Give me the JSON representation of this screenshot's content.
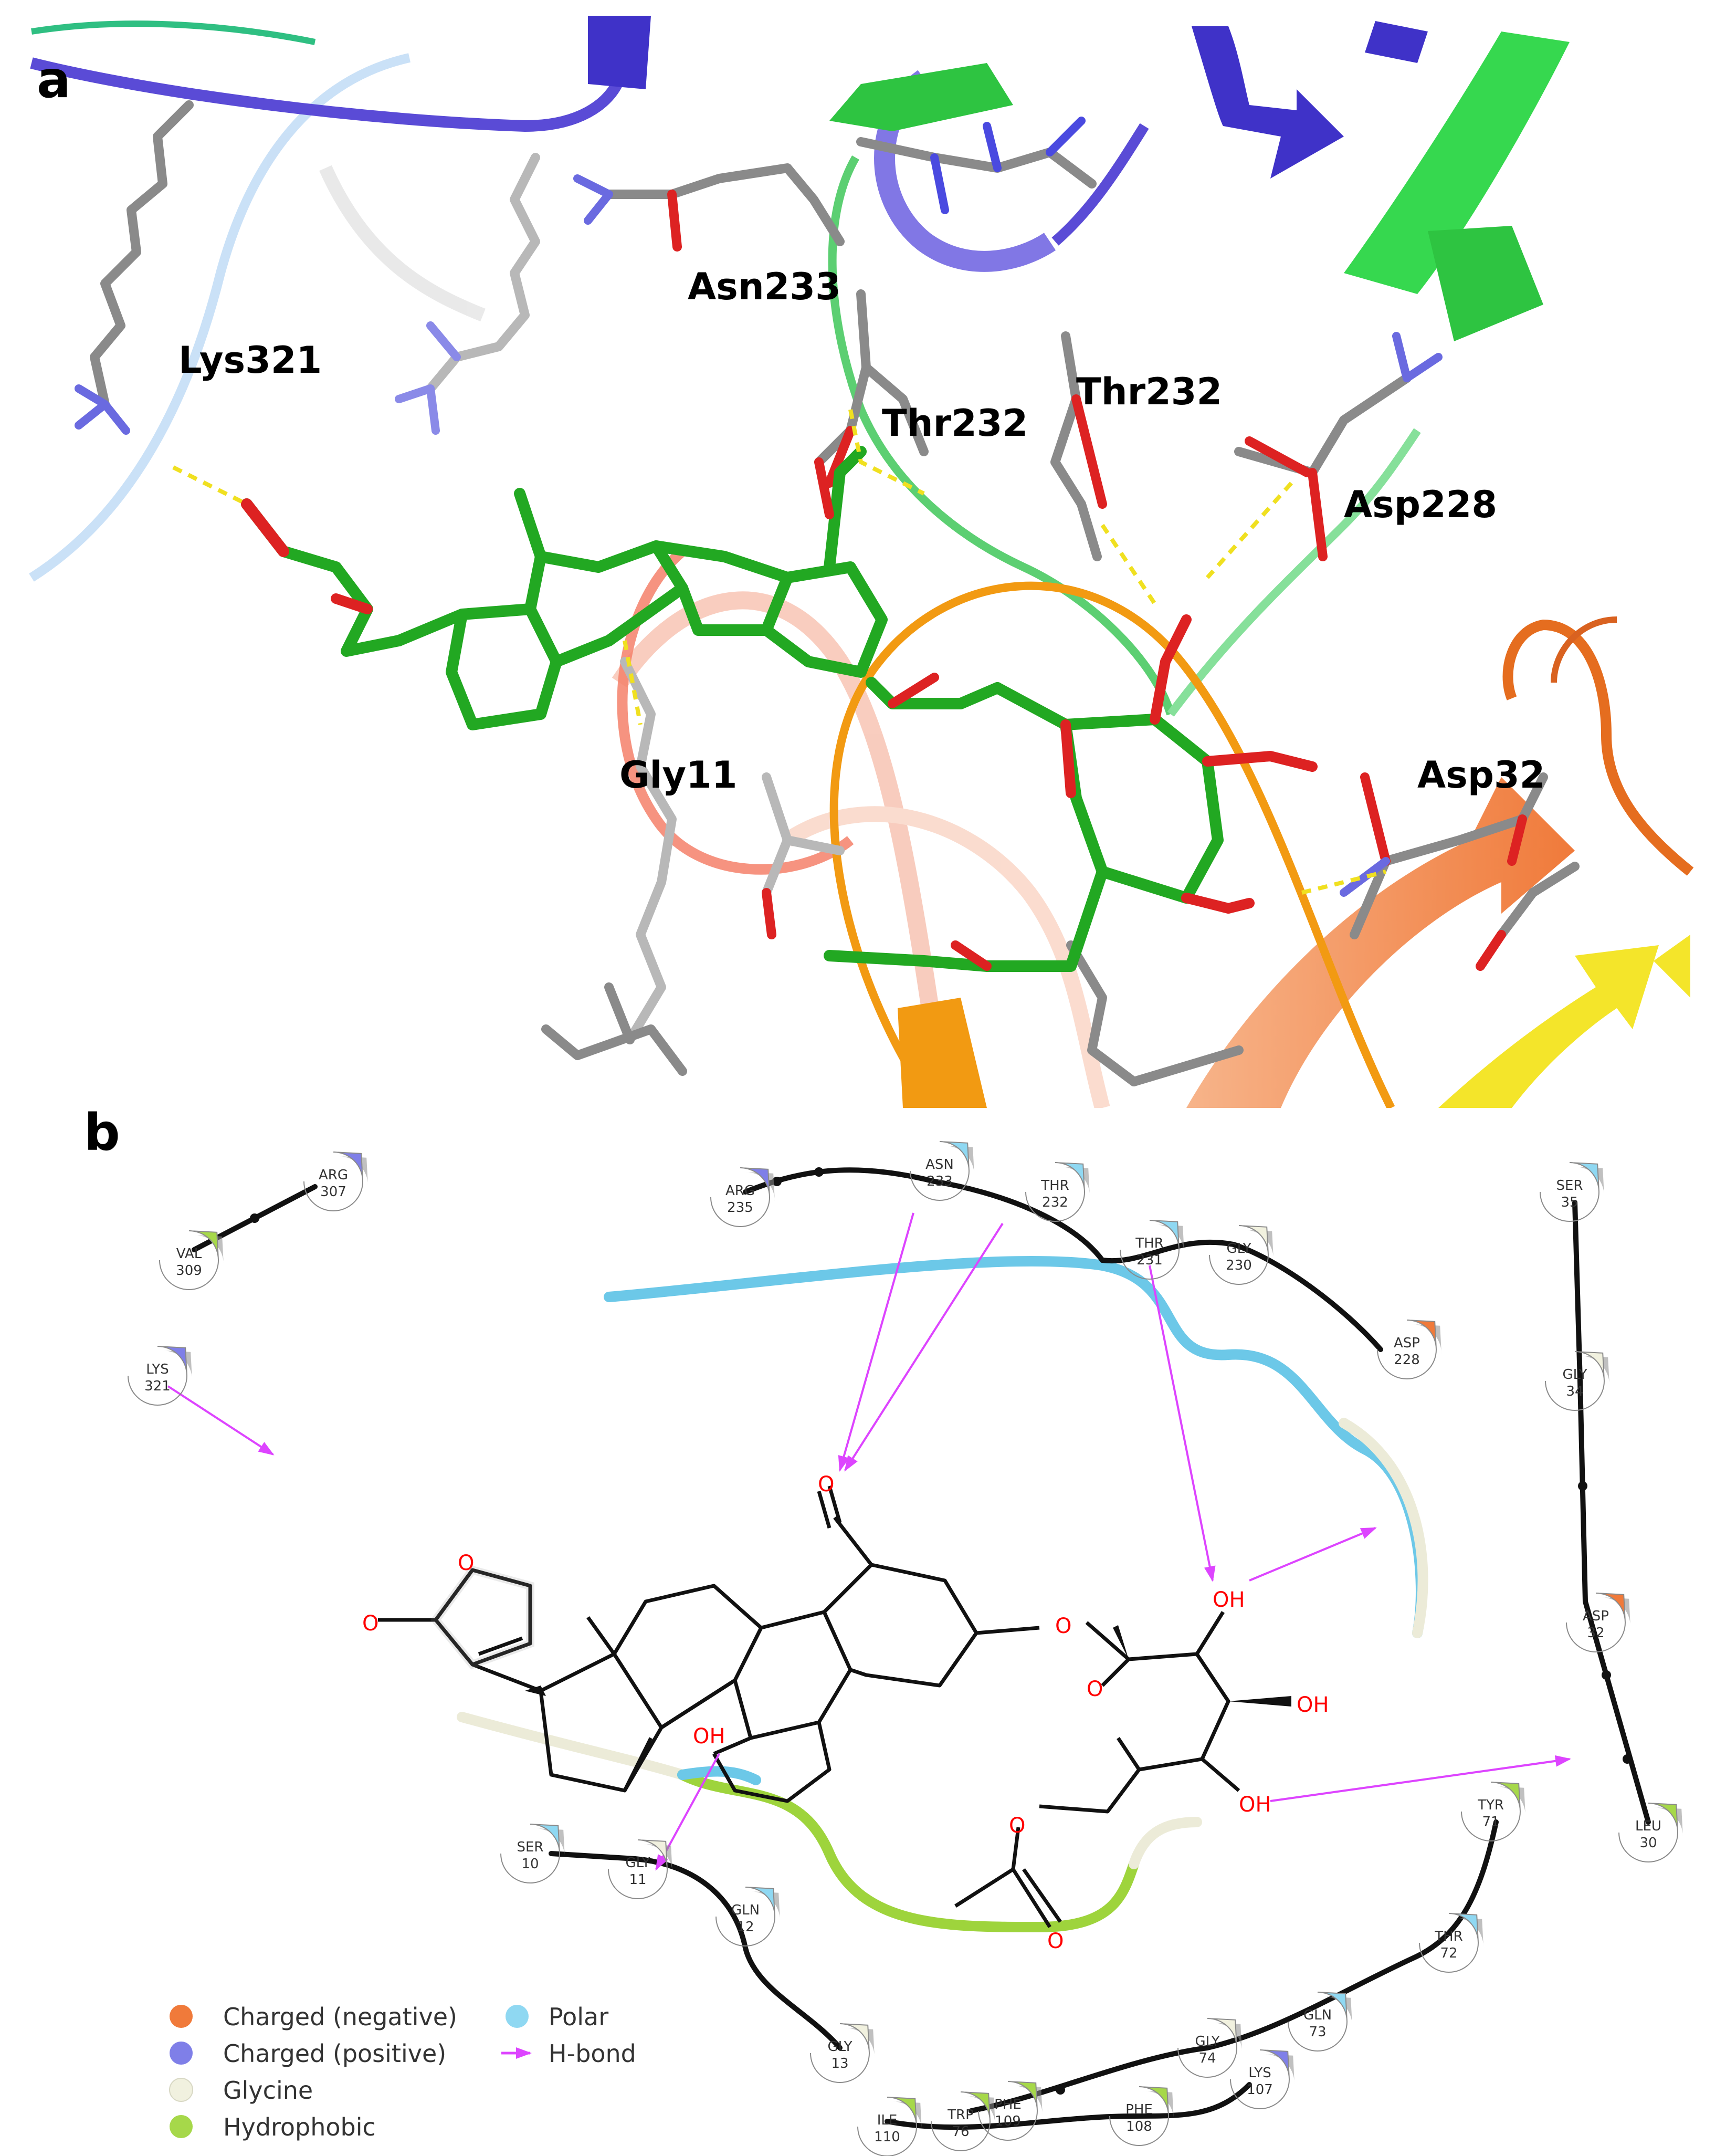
{
  "panel_a": {
    "letter": "a",
    "residue_labels": [
      {
        "id": "lys321",
        "text": "Lys321"
      },
      {
        "id": "asn233",
        "text": "Asn233"
      },
      {
        "id": "thr232-left",
        "text": "Thr232"
      },
      {
        "id": "thr232-right",
        "text": "Thr232"
      },
      {
        "id": "asp228",
        "text": "Asp228"
      },
      {
        "id": "gly11",
        "text": "Gly11"
      },
      {
        "id": "asp32",
        "text": "Asp32"
      }
    ]
  },
  "panel_b": {
    "letter": "b",
    "residues": [
      {
        "name": "ARG",
        "num": "307",
        "type": "positive"
      },
      {
        "name": "VAL",
        "num": "309",
        "type": "hydrophobic"
      },
      {
        "name": "LYS",
        "num": "321",
        "type": "positive"
      },
      {
        "name": "ARG",
        "num": "235",
        "type": "positive"
      },
      {
        "name": "ASN",
        "num": "233",
        "type": "polar"
      },
      {
        "name": "THR",
        "num": "232",
        "type": "polar"
      },
      {
        "name": "THR",
        "num": "231",
        "type": "polar"
      },
      {
        "name": "GLY",
        "num": "230",
        "type": "glycine"
      },
      {
        "name": "ASP",
        "num": "228",
        "type": "negative"
      },
      {
        "name": "SER",
        "num": "35",
        "type": "polar"
      },
      {
        "name": "GLY",
        "num": "34",
        "type": "glycine"
      },
      {
        "name": "ASP",
        "num": "32",
        "type": "negative"
      },
      {
        "name": "LEU",
        "num": "30",
        "type": "hydrophobic"
      },
      {
        "name": "SER",
        "num": "10",
        "type": "polar"
      },
      {
        "name": "GLY",
        "num": "11",
        "type": "glycine"
      },
      {
        "name": "GLN",
        "num": "12",
        "type": "polar"
      },
      {
        "name": "GLY",
        "num": "13",
        "type": "glycine"
      },
      {
        "name": "TYR",
        "num": "71",
        "type": "hydrophobic"
      },
      {
        "name": "THR",
        "num": "72",
        "type": "polar"
      },
      {
        "name": "GLN",
        "num": "73",
        "type": "polar"
      },
      {
        "name": "GLY",
        "num": "74",
        "type": "glycine"
      },
      {
        "name": "TRP",
        "num": "76",
        "type": "hydrophobic"
      },
      {
        "name": "LYS",
        "num": "107",
        "type": "positive"
      },
      {
        "name": "PHE",
        "num": "108",
        "type": "hydrophobic"
      },
      {
        "name": "PHE",
        "num": "109",
        "type": "hydrophobic"
      },
      {
        "name": "ILE",
        "num": "110",
        "type": "hydrophobic"
      }
    ],
    "atom_labels": {
      "o_aldehyde": "O",
      "o_lactone_ring": "O",
      "o_lactone_carbonyl": "O",
      "o_glycosidic": "O",
      "o_sugar_ring": "O",
      "oh_sugar_a": "OH",
      "oh_sugar_b": "OH",
      "oh_sugar_c": "OH",
      "oh_steroid": "OH",
      "o_ester": "O",
      "o_ester_carbonyl": "O"
    },
    "legend": {
      "items": [
        {
          "label": "Charged (negative)",
          "color": "#f07a3a"
        },
        {
          "label": "Charged (positive)",
          "color": "#7f7fe8"
        },
        {
          "label": "Glycine",
          "color": "#f1f1df"
        },
        {
          "label": "Hydrophobic",
          "color": "#a6d84a"
        },
        {
          "label": "Polar",
          "color": "#8fd8f2"
        },
        {
          "label": "H-bond",
          "color": "#dd44ff"
        }
      ]
    }
  },
  "colors": {
    "negative": "#f07a3a",
    "positive": "#7f7fe8",
    "glycine": "#f1f1df",
    "hydrophobic": "#a6d84a",
    "polar": "#8fd8f2",
    "hbond": "#dd44ff",
    "ligand_carbon": "#22aa22",
    "oxygen": "#dd1111"
  }
}
